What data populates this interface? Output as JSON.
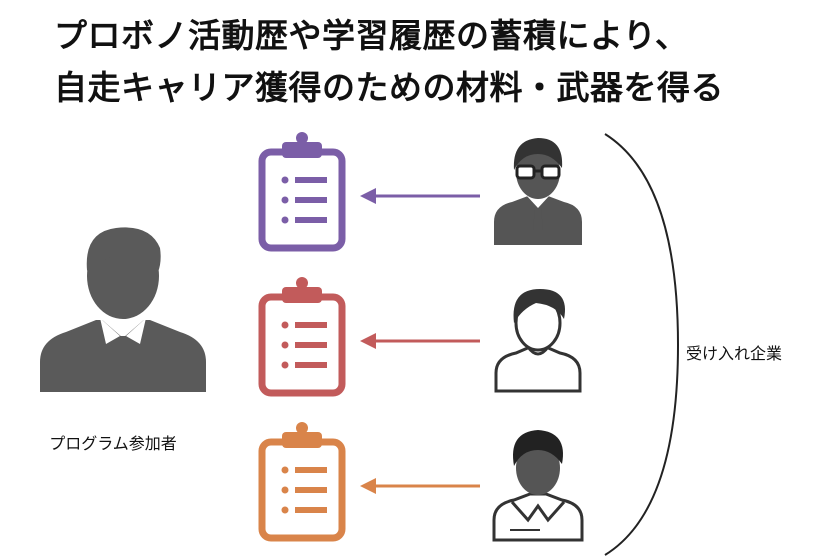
{
  "title": {
    "line1": "プロボノ活動歴や学習履歴の蓄積により、",
    "line2": "自走キャリア獲得のための材料・武器を得る"
  },
  "participant": {
    "label": "プログラム参加者",
    "icon": "businessman-icon",
    "color": "#5a5a5a"
  },
  "companies": {
    "label": "受け入れ企業",
    "rows": [
      {
        "icon": "glasses-businessman-icon",
        "clipboard_icon": "clipboard-checklist-icon",
        "color": "#7b5ea7",
        "arrow": "left"
      },
      {
        "icon": "person-outline-icon",
        "clipboard_icon": "clipboard-checklist-icon",
        "color": "#c25b5b",
        "arrow": "left"
      },
      {
        "icon": "person-collar-icon",
        "clipboard_icon": "clipboard-checklist-icon",
        "color": "#d9844a",
        "arrow": "left"
      }
    ]
  }
}
